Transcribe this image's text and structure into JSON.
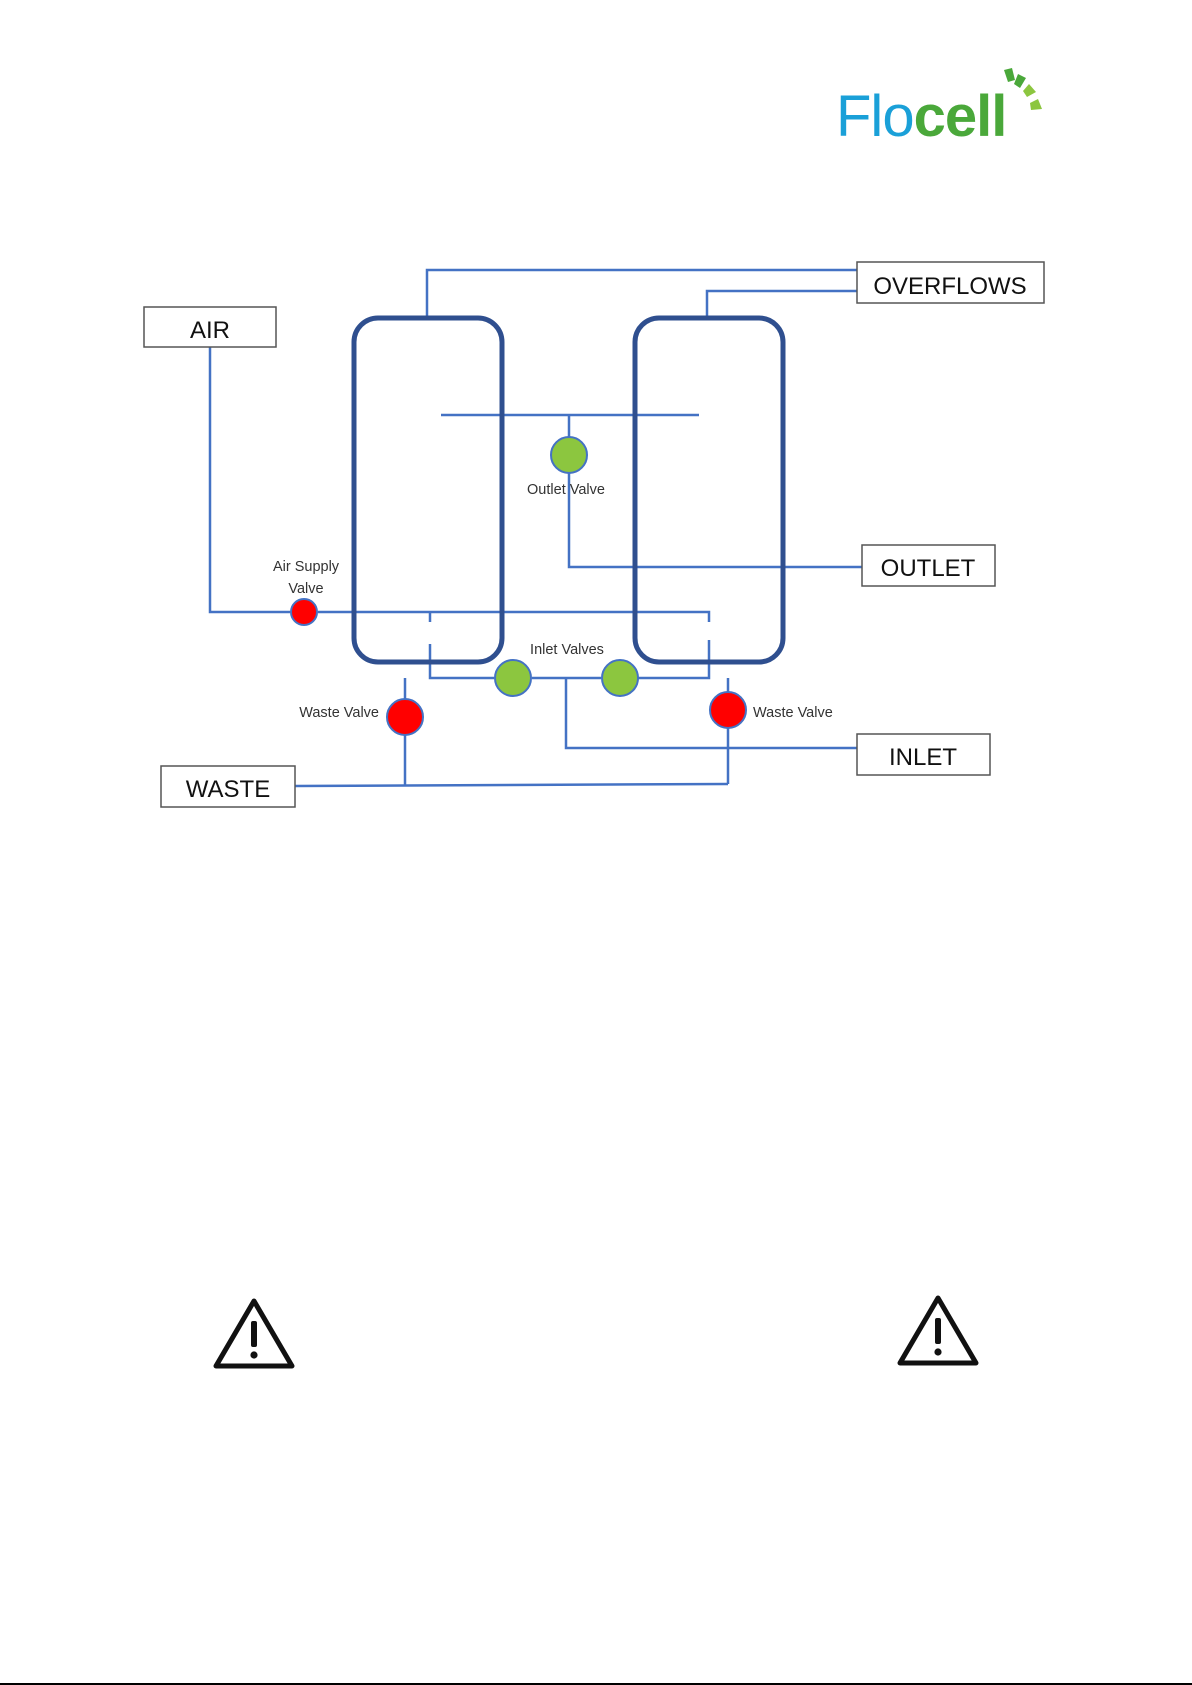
{
  "logo": {
    "part1": "Flo",
    "part2": "cell",
    "colors": {
      "blue": "#1aa0d8",
      "green": "#4aa83a",
      "light_green": "#8cc63f"
    }
  },
  "diagram": {
    "labels": {
      "air": "AIR",
      "overflows": "OVERFLOWS",
      "outlet": "OUTLET",
      "inlet": "INLET",
      "waste": "WASTE"
    },
    "valves": {
      "outlet_valve": "Outlet Valve",
      "air_supply_line1": "Air Supply",
      "air_supply_line2": "Valve",
      "inlet_valves": "Inlet Valves",
      "waste_valve_left": "Waste Valve",
      "waste_valve_right": "Waste Valve"
    },
    "colors": {
      "pipe": "#4472c4",
      "vessel": "#2f4f8f",
      "valve_open": "#8cc63f",
      "valve_closed": "#ff0000"
    }
  },
  "icons": [
    "warning-triangle-icon",
    "warning-triangle-icon"
  ]
}
